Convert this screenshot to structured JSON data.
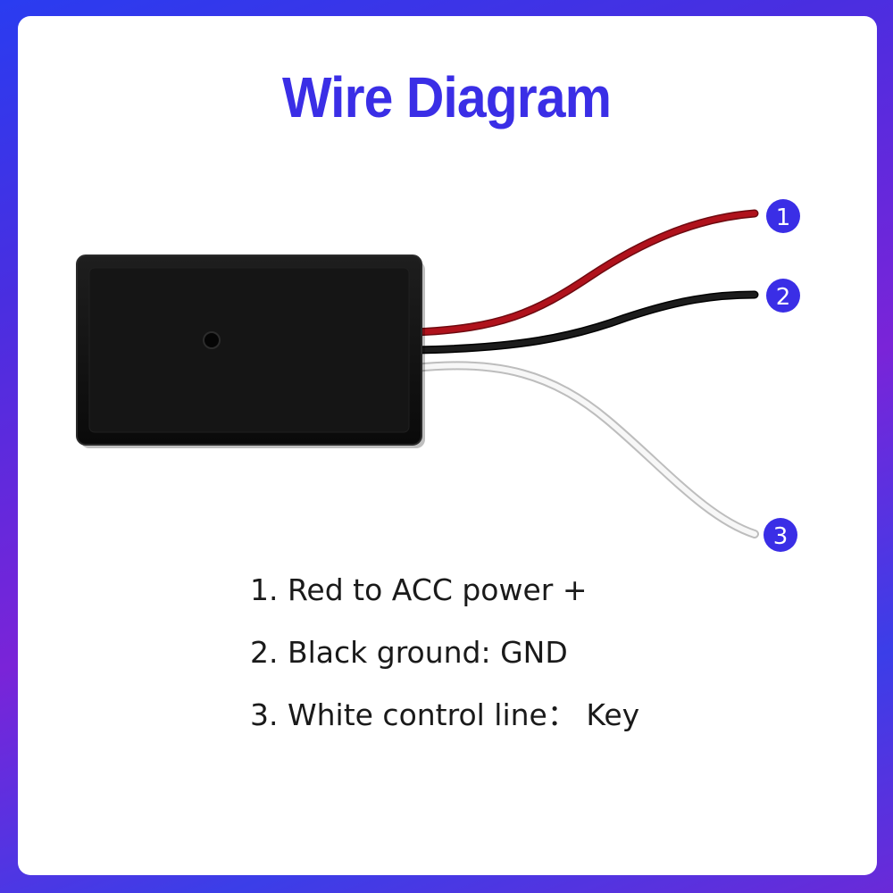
{
  "title": "Wire Diagram",
  "markers": [
    {
      "number": "1",
      "wire": "red"
    },
    {
      "number": "2",
      "wire": "black"
    },
    {
      "number": "3",
      "wire": "white"
    }
  ],
  "legend": [
    "1. Red to ACC power +",
    "2. Black ground: GND",
    "3. White control line： Key"
  ],
  "colors": {
    "accent": "#3a2ee6",
    "red_wire": "#b0121c",
    "black_wire": "#111111",
    "white_wire": "#f2f2f2",
    "module": "#121212"
  }
}
